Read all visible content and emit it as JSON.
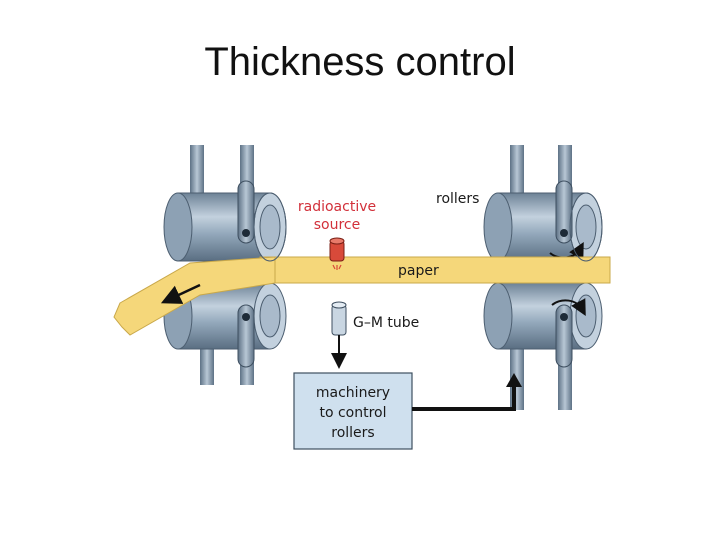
{
  "slide": {
    "title": "Thickness control"
  },
  "diagram": {
    "labels": {
      "radioactive_source_line1": "radioactive",
      "radioactive_source_line2": "source",
      "rollers": "rollers",
      "paper": "paper",
      "gm_tube": "G–M tube",
      "machinery_line1": "machinery",
      "machinery_line2": "to control",
      "machinery_line3": "rollers"
    },
    "colors": {
      "roller": "#8ea2b5",
      "roller_dark": "#5d7185",
      "roller_light": "#c9d6e2",
      "paper": "#f5d77a",
      "paper_edge": "#c9a84a",
      "source_red": "#d84a3a",
      "label_red": "#d2303a",
      "control_box": "#cfe0ee",
      "text": "#1a1a1a"
    }
  }
}
